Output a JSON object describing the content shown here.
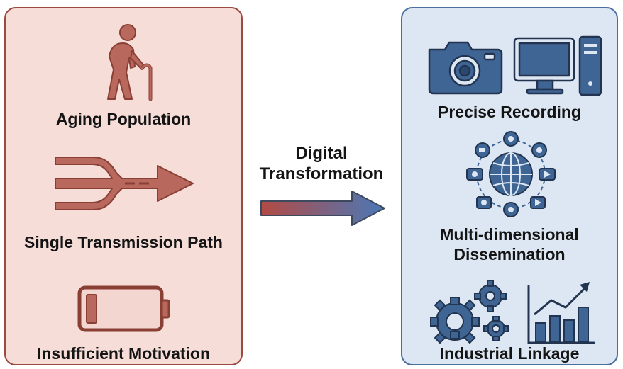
{
  "left_panel": {
    "items": [
      {
        "label": "Aging Population",
        "icon": "elderly-person-icon"
      },
      {
        "label": "Single Transmission Path",
        "icon": "merging-arrow-icon"
      },
      {
        "label": "Insufficient Motivation",
        "icon": "low-battery-icon"
      }
    ]
  },
  "center": {
    "line1": "Digital",
    "line2": "Transformation"
  },
  "right_panel": {
    "items": [
      {
        "label": "Precise Recording",
        "icon": "camera-computer-icon"
      },
      {
        "label_line1": "Multi-dimensional",
        "label_line2": "Dissemination",
        "icon": "globe-network-icon"
      },
      {
        "label": "Industrial Linkage",
        "icon": "gears-growth-chart-icon"
      }
    ]
  },
  "colors": {
    "left_fill": "#f6ddd8",
    "left_border": "#9a4a40",
    "left_icon": "#b8685c",
    "right_fill": "#dde7f3",
    "right_border": "#4a6f9e",
    "right_icon": "#3f6595",
    "arrow_start": "#b34a44",
    "arrow_end": "#4a78b8"
  }
}
